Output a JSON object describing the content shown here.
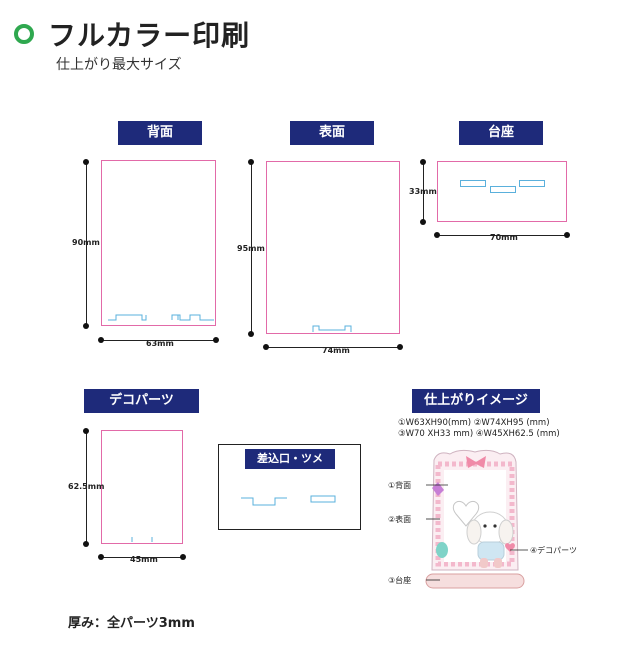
{
  "header": {
    "title": "フルカラー印刷",
    "subtitle": "仕上がり最大サイズ"
  },
  "sections": {
    "back": {
      "label": "背面",
      "width": "63mm",
      "height": "90mm"
    },
    "front": {
      "label": "表面",
      "width": "74mm",
      "height": "95mm"
    },
    "base": {
      "label": "台座",
      "width": "70mm",
      "height": "33mm"
    },
    "deco": {
      "label": "デコパーツ",
      "width": "45mm",
      "height": "62.5mm"
    },
    "slot": {
      "label": "差込口・ツメ"
    },
    "finished": {
      "label": "仕上がりイメージ",
      "line1": "①W63XH90(mm) ②W74XH95 (mm)",
      "line2": "③W70 XH33 mm) ④W45XH62.5 (mm)",
      "callouts": [
        "①背面",
        "②表面",
        "③台座",
        "④デコパーツ"
      ]
    }
  },
  "footer": {
    "thickness": "厚み：全パーツ3mm"
  },
  "colors": {
    "accent": "#2fa84f",
    "label_bg": "#1e2a7a",
    "outline": "#e26aa8",
    "slot": "#5ab0dc"
  }
}
